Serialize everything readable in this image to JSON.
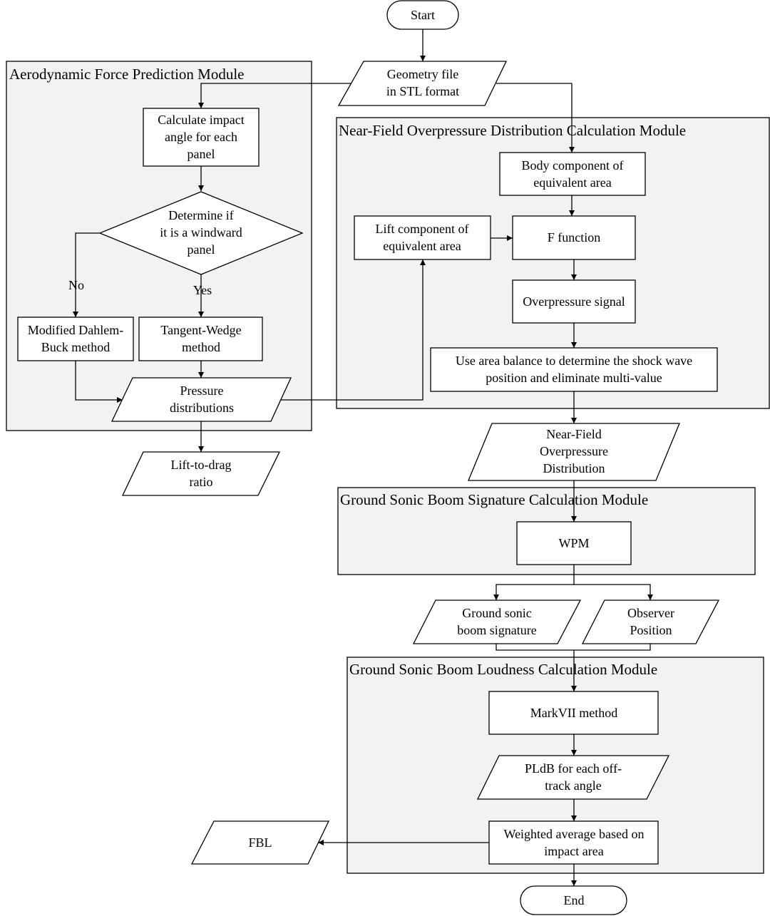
{
  "modules": {
    "aero": "Aerodynamic Force Prediction Module",
    "nearfield": "Near-Field Overpressure Distribution Calculation Module",
    "ground_signature": "Ground Sonic Boom Signature Calculation Module",
    "loudness": "Ground Sonic Boom Loudness Calculation Module"
  },
  "nodes": {
    "start": [
      "Start"
    ],
    "geometry": [
      "Geometry file",
      "in STL format"
    ],
    "impact_angle": [
      "Calculate impact",
      "angle for each",
      "panel"
    ],
    "windward": [
      "Determine if",
      "it is a windward",
      "panel"
    ],
    "dahlem": [
      "Modified Dahlem-",
      "Buck method"
    ],
    "tangent": [
      "Tangent-Wedge",
      "method"
    ],
    "pressure": [
      "Pressure",
      "distributions"
    ],
    "lift_drag": [
      "Lift-to-drag",
      "ratio"
    ],
    "body": [
      "Body component of",
      "equivalent area"
    ],
    "lift": [
      "Lift component of",
      "equivalent area"
    ],
    "f_function": [
      "F function"
    ],
    "overpressure": [
      "Overpressure signal"
    ],
    "area_balance": [
      "Use area balance to determine the shock wave",
      "position and eliminate multi-value"
    ],
    "near_field": [
      "Near-Field",
      "Overpressure",
      "Distribution"
    ],
    "wpm": [
      "WPM"
    ],
    "ground_sig": [
      "Ground sonic",
      "boom signature"
    ],
    "observer": [
      "Observer",
      "Position"
    ],
    "markvii": [
      "MarkVII method"
    ],
    "pldb": [
      "PLdB for each off-",
      "track angle"
    ],
    "weighted": [
      "Weighted average based on",
      "impact area"
    ],
    "fbl": [
      "FBL"
    ],
    "end": [
      "End"
    ]
  },
  "edge_labels": {
    "no": "No",
    "yes": "Yes"
  }
}
